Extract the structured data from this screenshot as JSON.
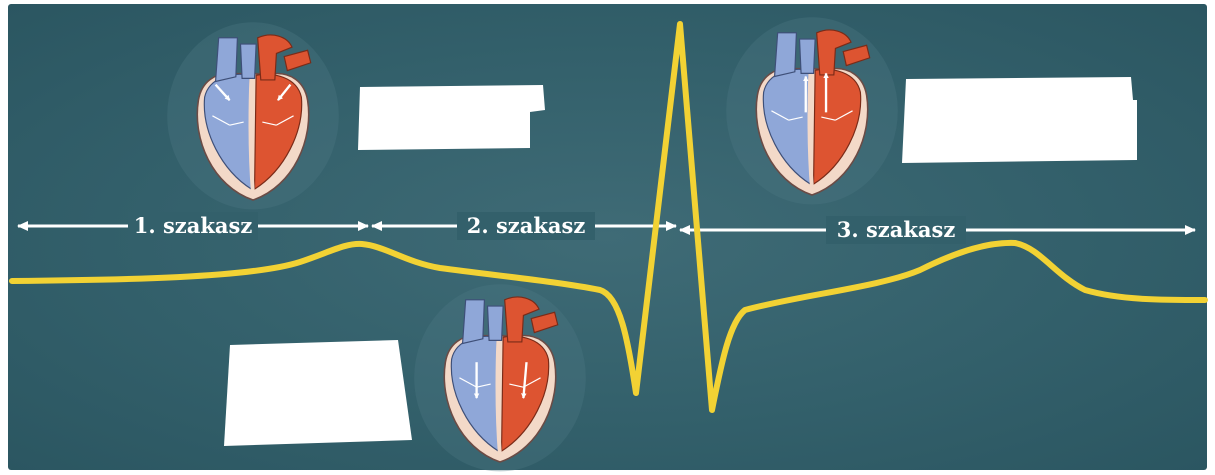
{
  "stages": [
    {
      "label": "1. szakasz"
    },
    {
      "label": "2. szakasz"
    },
    {
      "label": "3. szakasz"
    }
  ],
  "hearts": [
    {
      "name": "heart-atrial-diastole",
      "arrows": "down-diagonal"
    },
    {
      "name": "heart-ventricular-filling",
      "arrows": "down"
    },
    {
      "name": "heart-ventricular-systole",
      "arrows": "up"
    }
  ],
  "answer_boxes": [
    "",
    "",
    ""
  ],
  "colors": {
    "background": "#33606b",
    "ecg_trace": "#f2d234",
    "arrow": "#ffffff",
    "oxygen_poor_blood": "#8fa7d8",
    "oxygen_rich_blood": "#dd5431",
    "heart_wall": "#f3d9c8"
  }
}
